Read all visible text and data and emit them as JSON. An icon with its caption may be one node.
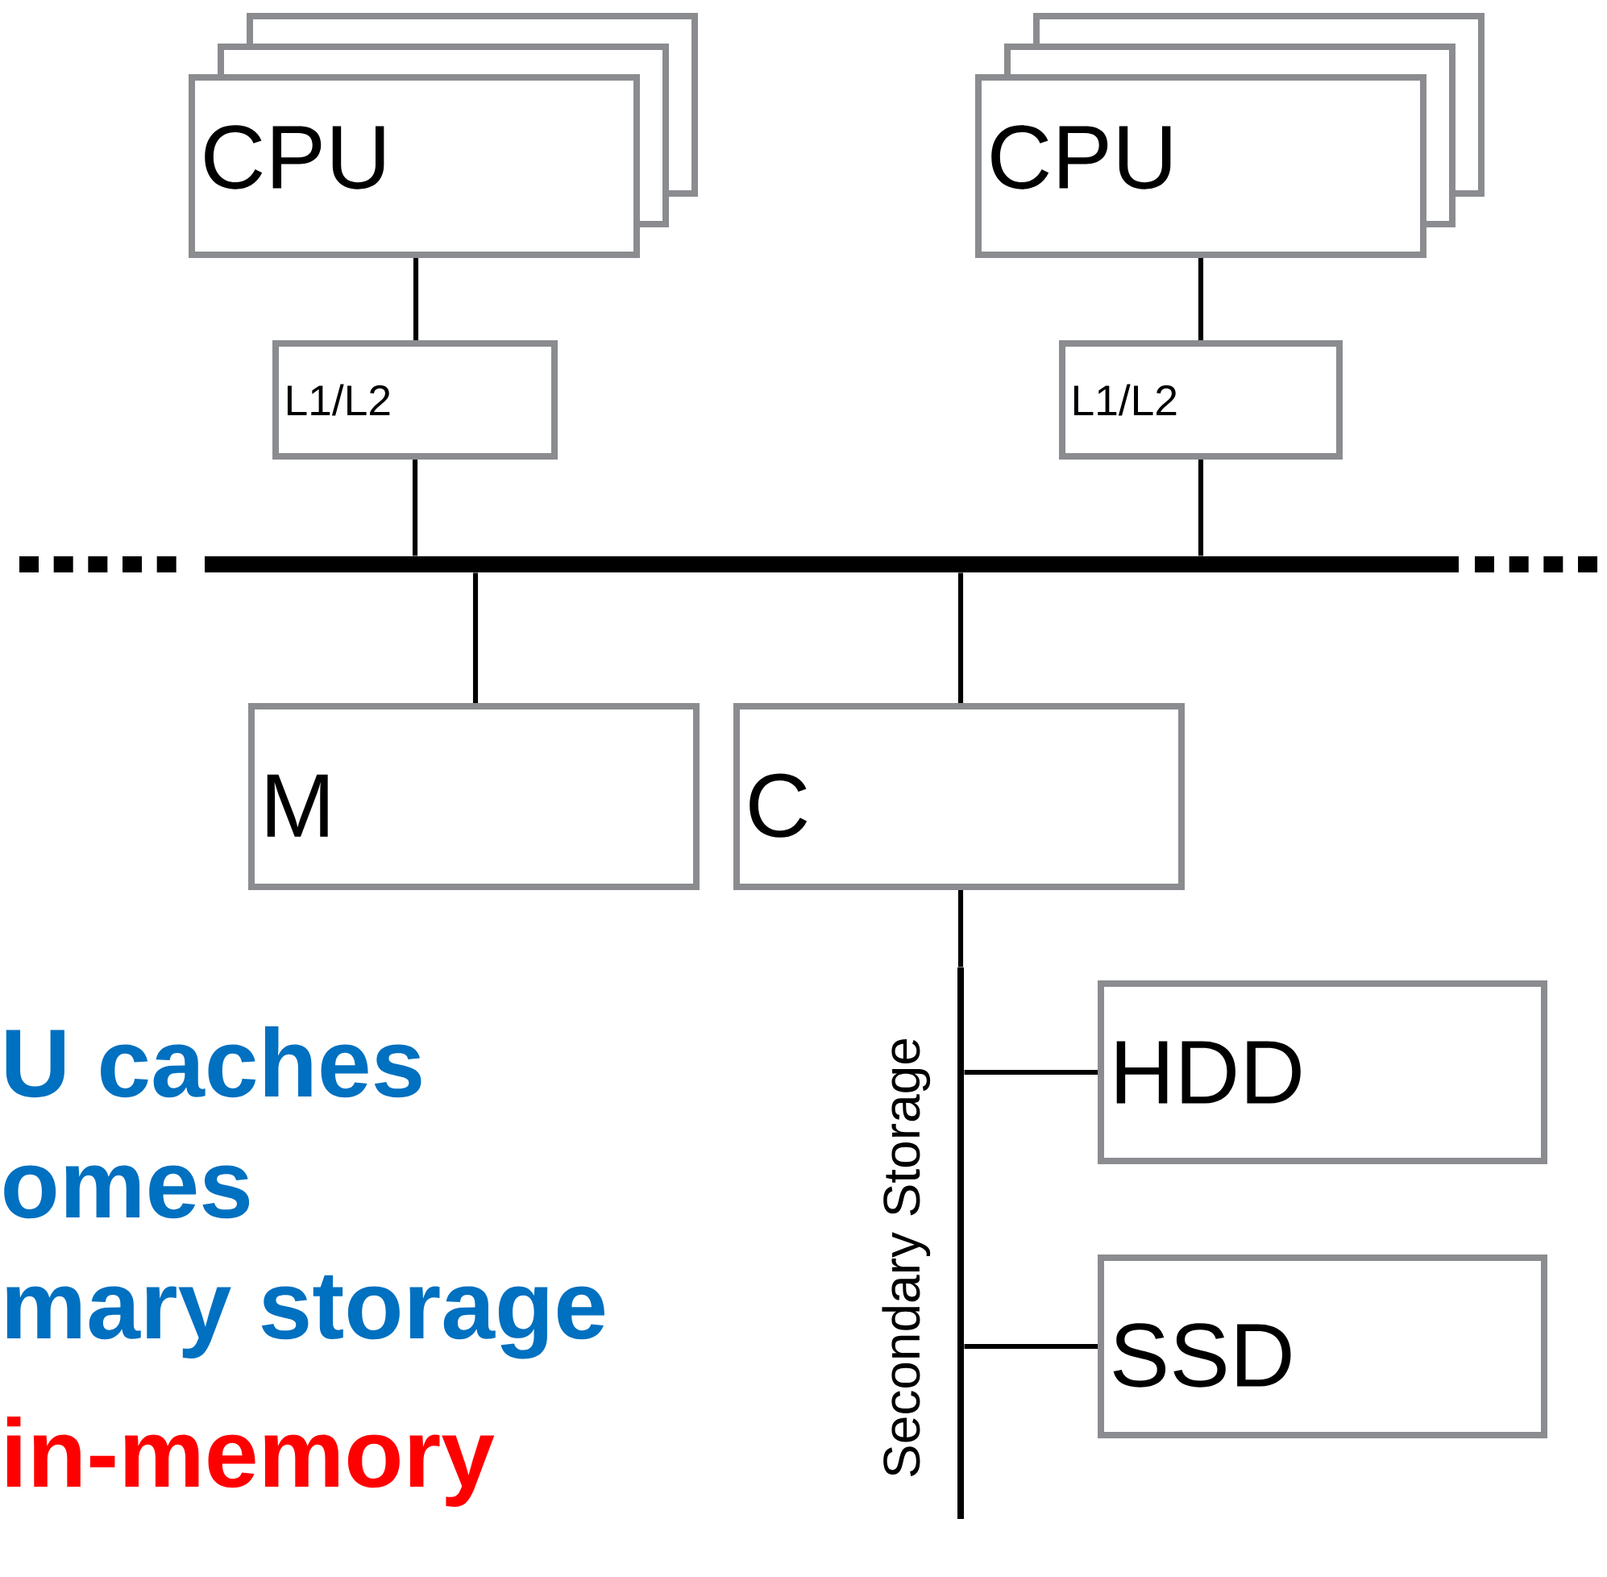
{
  "diagram": {
    "nodes": [
      {
        "text": [
          "CPU"
        ]
      },
      {
        "text": [
          "L1/L2"
        ]
      },
      {
        "text": [
          "CPU"
        ]
      },
      {
        "text": [
          "L1/L2"
        ]
      },
      {
        "text": [],
        "shape": "bar"
      },
      {
        "text": [
          "M"
        ]
      },
      {
        "text": [
          "C"
        ]
      },
      {
        "text": [
          "Secondary Storage"
        ]
      },
      {
        "text": [
          "HDD"
        ]
      },
      {
        "text": [
          "SSD"
        ]
      }
    ],
    "edges": [
      {
        "from": 0,
        "to": 1,
        "arrow": "none"
      },
      {
        "from": 1,
        "to": 4,
        "arrow": "none"
      },
      {
        "from": 2,
        "to": 3,
        "arrow": "none"
      },
      {
        "from": 3,
        "to": 4,
        "arrow": "none"
      },
      {
        "from": 4,
        "to": 5,
        "arrow": "none"
      },
      {
        "from": 4,
        "to": 6,
        "arrow": "none"
      },
      {
        "from": 6,
        "to": 7,
        "arrow": "none"
      },
      {
        "from": 7,
        "to": 8,
        "arrow": "none"
      },
      {
        "from": 7,
        "to": 9,
        "arrow": "none"
      }
    ],
    "labels": [
      "U caches",
      "omes",
      "mary storage",
      "in-memory"
    ]
  }
}
